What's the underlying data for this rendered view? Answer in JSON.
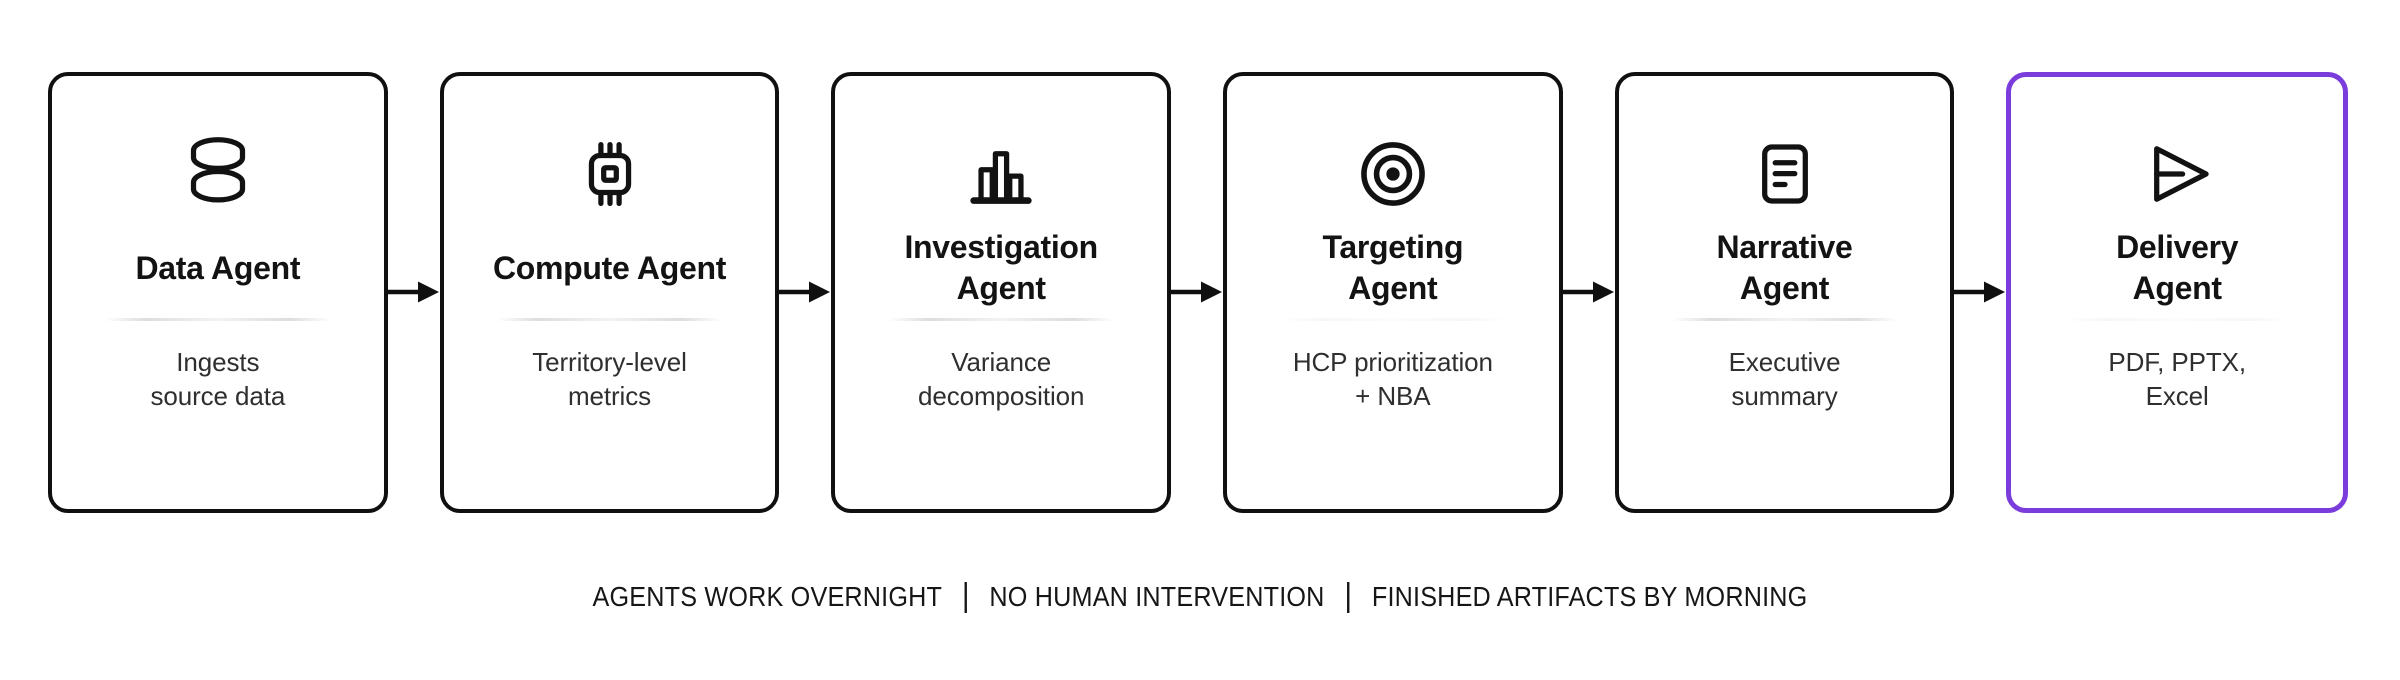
{
  "diagram": {
    "accent_purple": "#7A3CDB",
    "ink": "#111111"
  },
  "agents": [
    {
      "icon": "database-icon",
      "title": "Data Agent",
      "description": "Ingests\nsource data",
      "highlighted": false
    },
    {
      "icon": "cpu-chip-icon",
      "title": "Compute Agent",
      "description": "Territory-level\nmetrics",
      "highlighted": false
    },
    {
      "icon": "bar-chart-icon",
      "title": "Investigation\nAgent",
      "description": "Variance\ndecomposition",
      "highlighted": false
    },
    {
      "icon": "target-icon",
      "title": "Targeting\nAgent",
      "description": "HCP prioritization\n+ NBA",
      "highlighted": false
    },
    {
      "icon": "document-icon",
      "title": "Narrative\nAgent",
      "description": "Executive\nsummary",
      "highlighted": false
    },
    {
      "icon": "paper-plane-icon",
      "title": "Delivery\nAgent",
      "description": "PDF, PPTX,\nExcel",
      "highlighted": true
    }
  ],
  "footer": {
    "separator": "|",
    "items": [
      "AGENTS WORK OVERNIGHT",
      "NO HUMAN INTERVENTION",
      "FINISHED ARTIFACTS BY MORNING"
    ]
  }
}
